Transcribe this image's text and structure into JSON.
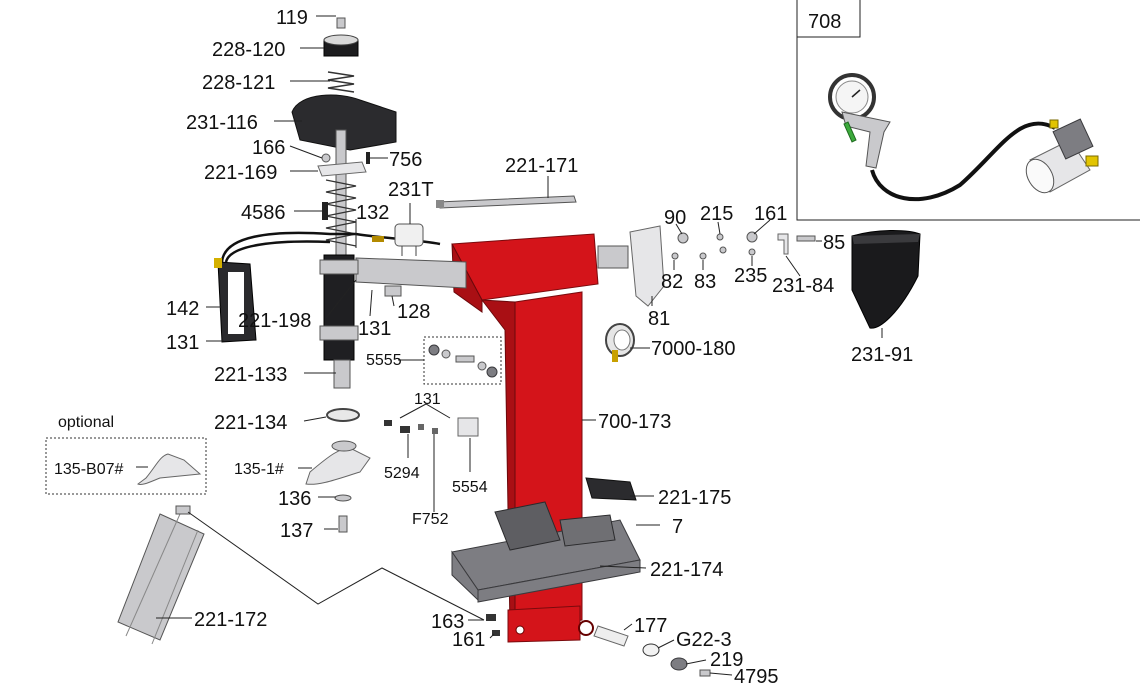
{
  "inset": {
    "title": "708"
  },
  "optional": {
    "caption": "optional",
    "part": "135-B07#"
  },
  "labels": {
    "p119": "119",
    "p228_120": "228-120",
    "p228_121": "228-121",
    "p231_116": "231-116",
    "p166": "166",
    "p756": "756",
    "p221_169": "221-169",
    "p4586": "4586",
    "p132": "132",
    "p231T": "231T",
    "p221_171": "221-171",
    "p90": "90",
    "p215": "215",
    "p161a": "161",
    "p85": "85",
    "p82": "82",
    "p83": "83",
    "p235": "235",
    "p231_84": "231-84",
    "p231_91": "231-91",
    "p142": "142",
    "p221_198": "221-198",
    "p131a": "131",
    "p131b": "131",
    "p128": "128",
    "p81": "81",
    "p7000_180": "7000-180",
    "p221_133": "221-133",
    "p5555": "5555",
    "p131c": "131",
    "p221_134": "221-134",
    "p700_173": "700-173",
    "p135_1": "135-1#",
    "p5294": "5294",
    "p5554": "5554",
    "p136": "136",
    "pF752": "F752",
    "p221_175": "221-175",
    "p137": "137",
    "p7": "7",
    "p221_174": "221-174",
    "p221_172": "221-172",
    "p163": "163",
    "p177": "177",
    "p161b": "161",
    "pG22_3": "G22-3",
    "p219": "219",
    "p4795": "4795"
  }
}
